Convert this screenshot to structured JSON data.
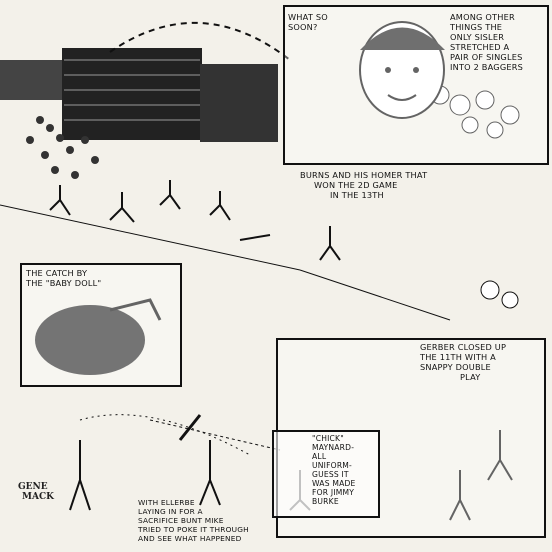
{
  "captions": {
    "what_so_soon": [
      "WHAT SO",
      "SOON?"
    ],
    "sisler": [
      "AMONG OTHER",
      "THINGS THE",
      "ONLY SISLER",
      "STRETCHED A",
      "PAIR OF SINGLES",
      "INTO 2 BAGGERS"
    ],
    "burns": [
      "BURNS AND HIS HOMER THAT",
      "WON THE 2d GAME",
      "IN THE 13TH"
    ],
    "catch": [
      "THE CATCH BY",
      "THE \"BABY DOLL\""
    ],
    "gerber": [
      "GERBER CLOSED UP",
      "THE 11TH WITH A",
      "SNAPPY DOUBLE",
      "PLAY"
    ],
    "maynard": [
      "\"CHICK\"",
      "MAYNARD-",
      "ALL",
      "UNIFORM-",
      "GUESS IT",
      "WAS MADE",
      "FOR JIMMY",
      "BURKE"
    ],
    "ellerbe": [
      "WITH ELLERBE",
      "LAYING IN FOR A",
      "SACRIFICE BUNT MIKE",
      "TRIED TO POKE IT THROUGH",
      "AND SEE WHAT HAPPENED"
    ]
  },
  "signature": [
    "GENE",
    "MACK"
  ],
  "colors": {
    "ink": "#111111",
    "paper": "#f3f1ea"
  }
}
